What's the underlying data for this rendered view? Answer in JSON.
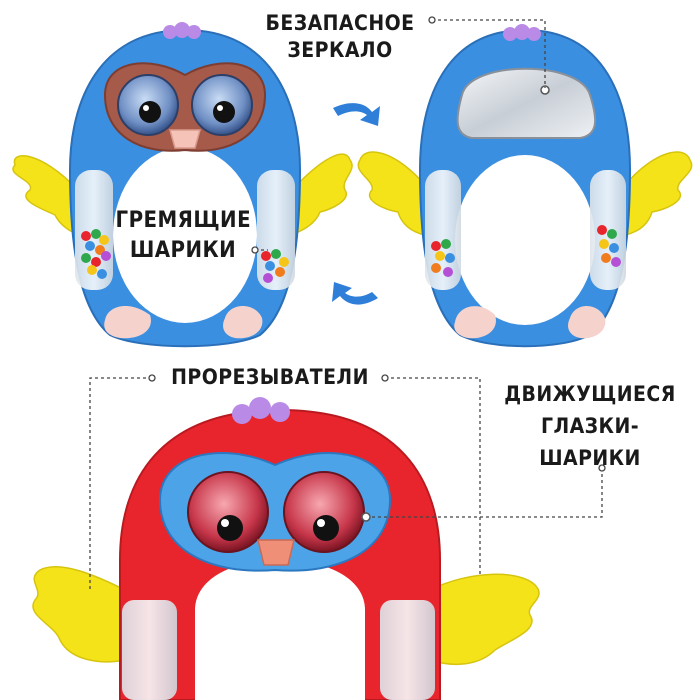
{
  "labels": {
    "mirror_line1": "БЕЗАПАСНОЕ",
    "mirror_line2": "ЗЕРКАЛО",
    "rattle_line1": "ГРЕМЯЩИЕ",
    "rattle_line2": "ШАРИКИ",
    "teethers": "ПРОРЕЗЫВАТЕЛИ",
    "eyes_line1": "ДВИЖУЩИЕСЯ",
    "eyes_line2": "ГЛАЗКИ-ШАРИКИ"
  },
  "colors": {
    "blue_body": "#3b8fe0",
    "red_body": "#e8242c",
    "yellow_wing": "#f5e31a",
    "arrow_blue": "#2f7fd8",
    "purple_tuft": "#b98be6",
    "face_brown": "#a65a4a",
    "face_blue": "#4da3e8",
    "beak_pink": "#f5c3b8",
    "feet_pink": "#f6d2cc"
  }
}
